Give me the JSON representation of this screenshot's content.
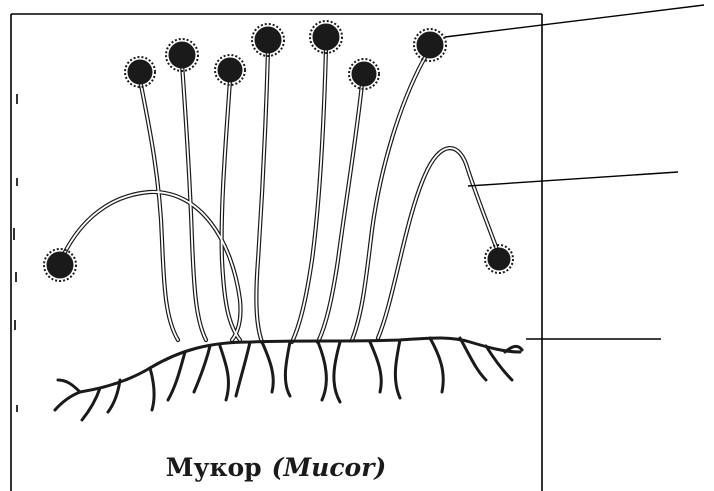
{
  "figure": {
    "caption_name": "Мукор",
    "caption_latin": "(Mucor)"
  },
  "colors": {
    "ink": "#1a1a1a",
    "frame": "#000000",
    "background": "#ffffff"
  },
  "pointer_lines": 3
}
